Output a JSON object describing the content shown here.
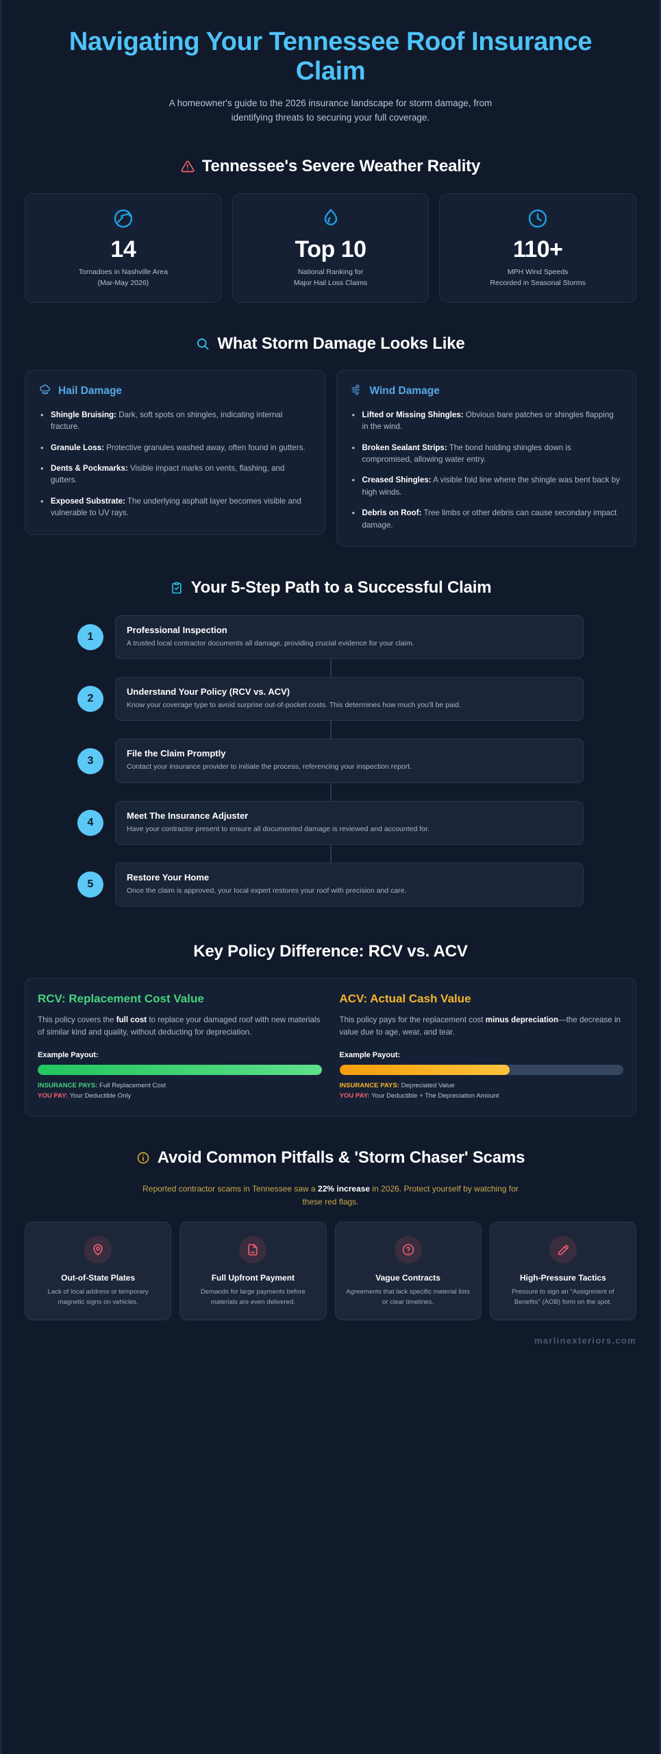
{
  "hero": {
    "title": "Navigating Your Tennessee Roof Insurance Claim",
    "subtitle": "A homeowner's guide to the 2026 insurance landscape for storm damage, from identifying threats to securing your full coverage."
  },
  "weather": {
    "heading": "Tennessee's Severe Weather Reality",
    "heading_icon": "alert-triangle-icon",
    "stats": [
      {
        "icon": "tornado-icon",
        "value": "14",
        "label_line1": "Tornadoes in Nashville Area",
        "label_line2": "(Mar-May 2026)"
      },
      {
        "icon": "hail-drop-icon",
        "value": "Top 10",
        "label_line1": "National Ranking for",
        "label_line2": "Major Hail Loss Claims"
      },
      {
        "icon": "clock-icon",
        "value": "110+",
        "label_line1": "MPH Wind Speeds",
        "label_line2": "Recorded in Seasonal Storms"
      }
    ]
  },
  "damage": {
    "heading": "What Storm Damage Looks Like",
    "heading_icon": "search-icon",
    "cards": [
      {
        "icon": "hail-cloud-icon",
        "title": "Hail Damage",
        "items": [
          {
            "term": "Shingle Bruising:",
            "text": " Dark, soft spots on shingles, indicating internal fracture."
          },
          {
            "term": "Granule Loss:",
            "text": " Protective granules washed away, often found in gutters."
          },
          {
            "term": "Dents & Pockmarks:",
            "text": " Visible impact marks on vents, flashing, and gutters."
          },
          {
            "term": "Exposed Substrate:",
            "text": " The underlying asphalt layer becomes visible and vulnerable to UV rays."
          }
        ]
      },
      {
        "icon": "wind-icon",
        "title": "Wind Damage",
        "items": [
          {
            "term": "Lifted or Missing Shingles:",
            "text": " Obvious bare patches or shingles flapping in the wind."
          },
          {
            "term": "Broken Sealant Strips:",
            "text": " The bond holding shingles down is compromised, allowing water entry."
          },
          {
            "term": "Creased Shingles:",
            "text": " A visible fold line where the shingle was bent back by high winds."
          },
          {
            "term": "Debris on Roof:",
            "text": " Tree limbs or other debris can cause secondary impact damage."
          }
        ]
      }
    ]
  },
  "path": {
    "heading": "Your 5-Step Path to a Successful Claim",
    "heading_icon": "clipboard-check-icon",
    "steps": [
      {
        "num": "1",
        "title": "Professional Inspection",
        "desc": "A trusted local contractor documents all damage, providing crucial evidence for your claim."
      },
      {
        "num": "2",
        "title": "Understand Your Policy (RCV vs. ACV)",
        "desc": "Know your coverage type to avoid surprise out-of-pocket costs. This determines how much you'll be paid."
      },
      {
        "num": "3",
        "title": "File the Claim Promptly",
        "desc": "Contact your insurance provider to initiate the process, referencing your inspection report."
      },
      {
        "num": "4",
        "title": "Meet The Insurance Adjuster",
        "desc": "Have your contractor present to ensure all documented damage is reviewed and accounted for."
      },
      {
        "num": "5",
        "title": "Restore Your Home",
        "desc": "Once the claim is approved, your local expert restores your roof with precision and care."
      }
    ]
  },
  "policy": {
    "heading": "Key Policy Difference: RCV vs. ACV",
    "rcv": {
      "title": "RCV: Replacement Cost Value",
      "desc_pre": "This policy covers the ",
      "desc_bold": "full cost",
      "desc_post": " to replace your damaged roof with new materials of similar kind and quality, without deducting for depreciation.",
      "example_label": "Example Payout:",
      "bar_percent": 100,
      "insurance_label": "INSURANCE PAYS:",
      "insurance_value": " Full Replacement Cost",
      "you_label": "YOU PAY:",
      "you_value": " Your Deductible Only",
      "color": "#45d37e"
    },
    "acv": {
      "title": "ACV: Actual Cash Value",
      "desc_pre": "This policy pays for the replacement cost ",
      "desc_bold": "minus depreciation",
      "desc_post": "—the decrease in value due to age, wear, and tear.",
      "example_label": "Example Payout:",
      "bar_percent": 60,
      "insurance_label": "INSURANCE PAYS:",
      "insurance_value": " Depreciated Value",
      "you_label": "YOU PAY:",
      "you_value": " Your Deductible + The Depreciation Amount",
      "color": "#f5b529"
    }
  },
  "pitfalls": {
    "heading": "Avoid Common Pitfalls & 'Storm Chaser' Scams",
    "heading_icon": "info-circle-icon",
    "note_pre": "Reported contractor scams in Tennessee saw a ",
    "note_bold": "22% increase",
    "note_post": " in 2026. Protect yourself by watching for these red flags.",
    "cards": [
      {
        "icon": "map-pin-icon",
        "title": "Out-of-State Plates",
        "desc": "Lack of local address or temporary magnetic signs on vehicles."
      },
      {
        "icon": "document-icon",
        "title": "Full Upfront Payment",
        "desc": "Demands for large payments before materials are even delivered."
      },
      {
        "icon": "question-circle-icon",
        "title": "Vague Contracts",
        "desc": "Agreements that lack specific material lists or clear timelines."
      },
      {
        "icon": "signature-pen-icon",
        "title": "High-Pressure Tactics",
        "desc": "Pressure to sign an \"Assignment of Benefits\" (AOB) form on the spot."
      }
    ]
  },
  "footer": {
    "website": "marlinexteriors.com"
  }
}
